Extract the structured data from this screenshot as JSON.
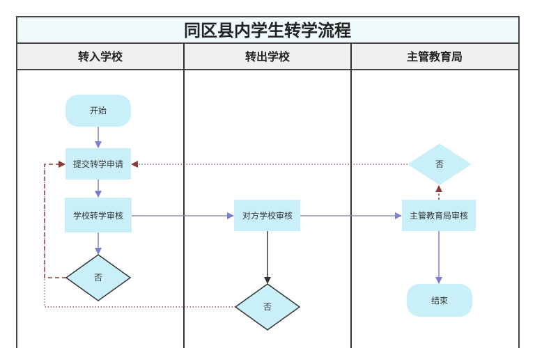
{
  "title": "同区县内学生转学流程",
  "lanes": [
    "转入学校",
    "转出学校",
    "主管教育局"
  ],
  "nodes": {
    "start": "开始",
    "submit": "提交转学申请",
    "school_review": "学校转学审核",
    "no_1": "否",
    "other_review": "对方学校审核",
    "no_2": "否",
    "bureau_review": "主管教育局审核",
    "no_3": "否",
    "end": "结束"
  },
  "colors": {
    "node_fill": "#c9f0f8",
    "header_fill": "#f0f0f0",
    "title_fill": "#eefafc",
    "flow_arrow": "#7b7fcf",
    "reject_arrow": "#8b3a3a"
  }
}
